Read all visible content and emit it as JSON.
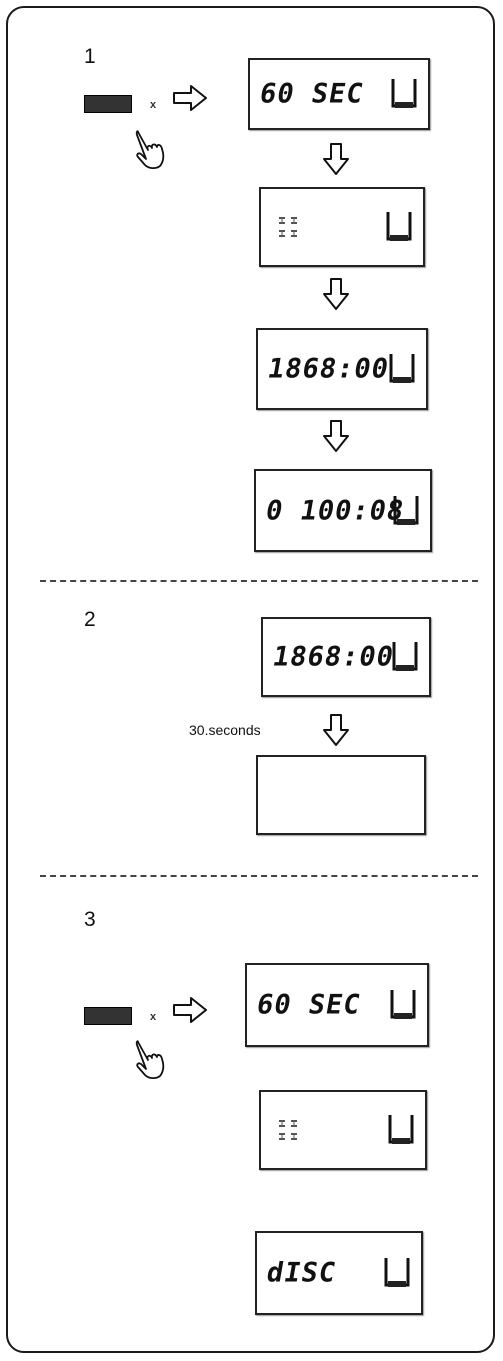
{
  "steps": [
    {
      "number": "1",
      "displays": [
        "60 SEC",
        "",
        "1868:00",
        "0 100:08"
      ]
    },
    {
      "number": "2",
      "displays": [
        "1868:00",
        ""
      ],
      "annotation": "30.seconds"
    },
    {
      "number": "3",
      "displays": [
        "60 SEC",
        "",
        "dISC"
      ]
    }
  ],
  "icons": {
    "arrow_right": "arrow-right-icon",
    "arrow_down": "arrow-down-icon",
    "hand": "pointing-hand-icon",
    "cup": "cup-icon"
  },
  "colors": {
    "ink": "#111111",
    "background": "#ffffff"
  }
}
